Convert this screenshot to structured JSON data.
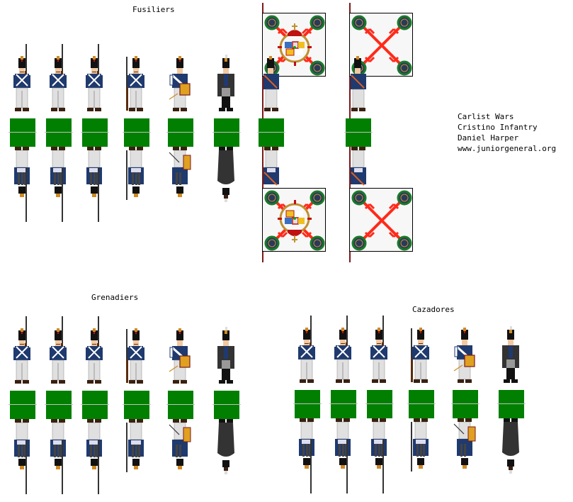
{
  "sheet": {
    "credits": [
      "Carlist Wars",
      "Cristino Infantry",
      "Daniel Harper",
      "www.juniorgeneral.org"
    ],
    "colors": {
      "base_green": "#007f00",
      "base_line": "#c0c0c0",
      "coat_blue": "#1f3a6e",
      "trousers": "#e0e0e0",
      "shako": "#111111",
      "flag_red": "#ff2a1a",
      "flag_bg": "#f7f7f7",
      "drum_gold": "#e0a020",
      "officer_coat": "#333333"
    }
  },
  "sections": [
    {
      "title": "Fusiliers",
      "figures": [
        {
          "type": "musketeer",
          "facing": "shouldered"
        },
        {
          "type": "musketeer",
          "facing": "shouldered"
        },
        {
          "type": "musketeer",
          "facing": "shouldered"
        },
        {
          "type": "musketeer",
          "facing": "order-arms"
        },
        {
          "type": "drummer"
        },
        {
          "type": "officer"
        },
        {
          "type": "ensign",
          "flag": "royal-arms-burgundy-cross"
        },
        {
          "type": "ensign",
          "flag": "burgundy-cross"
        }
      ]
    },
    {
      "title": "Grenadiers",
      "figures": [
        {
          "type": "musketeer",
          "facing": "shouldered"
        },
        {
          "type": "musketeer",
          "facing": "shouldered"
        },
        {
          "type": "musketeer",
          "facing": "shouldered"
        },
        {
          "type": "musketeer",
          "facing": "order-arms"
        },
        {
          "type": "drummer"
        },
        {
          "type": "officer"
        }
      ]
    },
    {
      "title": "Cazadores",
      "figures": [
        {
          "type": "musketeer",
          "facing": "shouldered"
        },
        {
          "type": "musketeer",
          "facing": "shouldered"
        },
        {
          "type": "musketeer",
          "facing": "shouldered"
        },
        {
          "type": "musketeer",
          "facing": "order-arms"
        },
        {
          "type": "drummer"
        },
        {
          "type": "officer"
        }
      ]
    }
  ]
}
